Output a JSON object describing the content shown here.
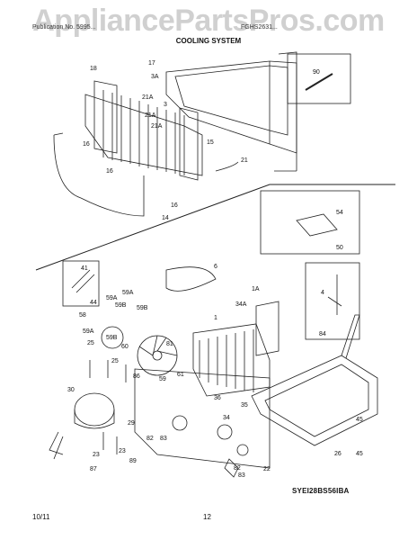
{
  "watermark": "AppliancePartsPros.com",
  "header": {
    "left": "Publication No. 5995...",
    "right": "FGHS2631..."
  },
  "section_title": "COOLING SYSTEM",
  "model_code": "SYEI28BS56IBA",
  "footer": {
    "date": "10/11",
    "page": "12"
  },
  "callouts": {
    "c18": "18",
    "c17": "17",
    "c3A": "3A",
    "c90": "90",
    "c21A_1": "21A",
    "c3": "3",
    "c21A_2": "21A",
    "c21A_3": "21A",
    "c16_1": "16",
    "c16_2": "16",
    "c15": "15",
    "c21": "21",
    "c16_3": "16",
    "c14": "14",
    "c54": "54",
    "c50": "50",
    "c41": "41",
    "c44": "44",
    "c6": "6",
    "c59A_1": "59A",
    "c59A_2": "59A",
    "c59B_1": "59B",
    "c59B_2": "59B",
    "c58": "58",
    "c59A_3": "59A",
    "c25_1": "25",
    "c1A": "1A",
    "c34A": "34A",
    "c1": "1",
    "c4": "4",
    "c84": "84",
    "c59B_3": "59B",
    "c60": "60",
    "c81": "81",
    "c25_2": "25",
    "c86": "86",
    "c59": "59",
    "c61": "61",
    "c36": "36",
    "c35": "35",
    "c34": "34",
    "c30": "30",
    "c29": "29",
    "c82_1": "82",
    "c83_1": "83",
    "c23_1": "23",
    "c23_2": "23",
    "c89": "89",
    "c87": "87",
    "c45_1": "45",
    "c26": "26",
    "c45_2": "45",
    "c82_2": "82",
    "c83_2": "83",
    "c22": "22"
  }
}
